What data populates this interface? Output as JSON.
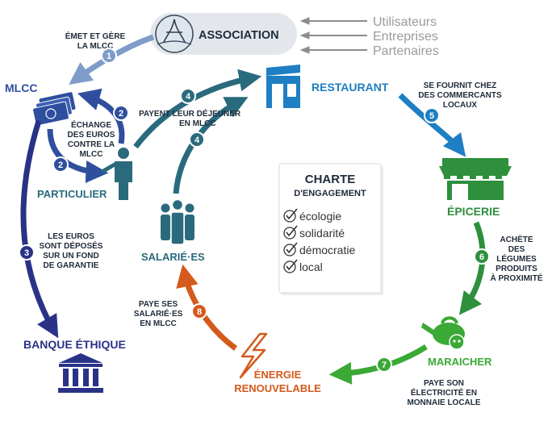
{
  "association": {
    "label": "ASSOCIATION"
  },
  "stakeholders": [
    "Utilisateurs",
    "Entreprises",
    "Partenaires"
  ],
  "nodes": {
    "mlcc": "MLCC",
    "particulier": "PARTICULIER",
    "banque": "BANQUE ÉTHIQUE",
    "restaurant": "RESTAURANT",
    "epicerie": "ÉPICERIE",
    "maraicher": "MARAICHER",
    "energie": [
      "ÉNERGIE",
      "RENOUVELABLE"
    ],
    "salaries": "SALARIÉ·ES"
  },
  "steps": {
    "s1": {
      "number": "1",
      "lines": [
        "ÉMET ET GÈRE",
        "LA MLCC"
      ]
    },
    "s2": {
      "number": "2",
      "lines": [
        "ÉCHANGE",
        "DES EUROS",
        "CONTRE LA",
        "MLCC"
      ]
    },
    "s3": {
      "number": "3",
      "lines": [
        "LES EUROS",
        "SONT DÉPOSÉS",
        "SUR UN FOND",
        "DE GARANTIE"
      ]
    },
    "s4": {
      "number": "4",
      "lines": [
        "PAYENT LEUR DÉJEUNER",
        "EN MLCC"
      ]
    },
    "s5": {
      "number": "5",
      "lines": [
        "SE FOURNIT CHEZ",
        "DES COMMERCANTS",
        "LOCAUX"
      ]
    },
    "s6": {
      "number": "6",
      "lines": [
        "ACHÈTE",
        "DES",
        "LÉGUMES",
        "PRODUITS",
        "À PROXIMITÉ"
      ]
    },
    "s7": {
      "number": "7",
      "lines": [
        "PAYE SON",
        "ÉLECTRICITÉ EN",
        "MONNAIE LOCALE"
      ]
    },
    "s8": {
      "number": "8",
      "lines": [
        "PAYE SES",
        "SALARIÉ·ES",
        "EN MLCC"
      ]
    }
  },
  "charte": {
    "title": "CHARTE",
    "subtitle": "D'ENGAGEMENT",
    "items": [
      "écologie",
      "solidarité",
      "démocratie",
      "local"
    ]
  },
  "colors": {
    "mlcc_blue": "#2f4f9e",
    "step1_blue": "#7f9bc9",
    "step3_navy": "#2a3288",
    "teal": "#2a6a7d",
    "sky": "#1e7fc2",
    "green": "#2e8f3c",
    "bright_green": "#3aa935",
    "orange": "#d45a1c",
    "gray": "#8c8c8c"
  }
}
